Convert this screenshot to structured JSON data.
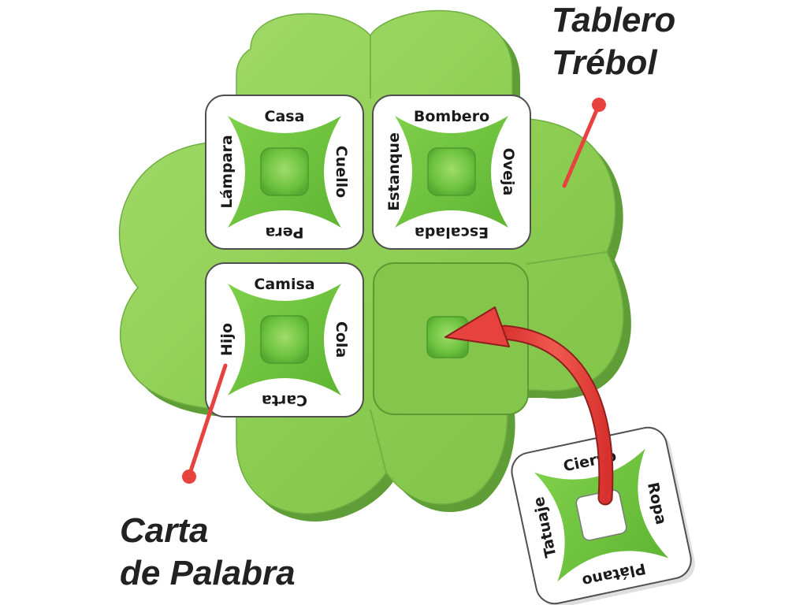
{
  "labels": {
    "board_line1": "Tablero",
    "board_line2": "Trébol",
    "card_line1": "Carta",
    "card_line2": "de Palabra"
  },
  "cards": {
    "top_left": {
      "top": "Casa",
      "right": "Cuello",
      "bottom": "Pera",
      "left": "Lámpara"
    },
    "top_right": {
      "top": "Bombero",
      "right": "Oveja",
      "bottom": "Escalada",
      "left": "Estanque"
    },
    "bottom_left": {
      "top": "Camisa",
      "right": "Cola",
      "bottom": "Carta",
      "left": "Hijo"
    },
    "loose": {
      "top": "Ciervo",
      "right": "Ropa",
      "bottom": "Plátano",
      "left": "Tatuaje"
    }
  },
  "colors": {
    "board_green": "#8ccd52",
    "board_shadow": "#5f9e36",
    "card_green": "#6cc23f",
    "pointer_red": "#e8423f"
  }
}
